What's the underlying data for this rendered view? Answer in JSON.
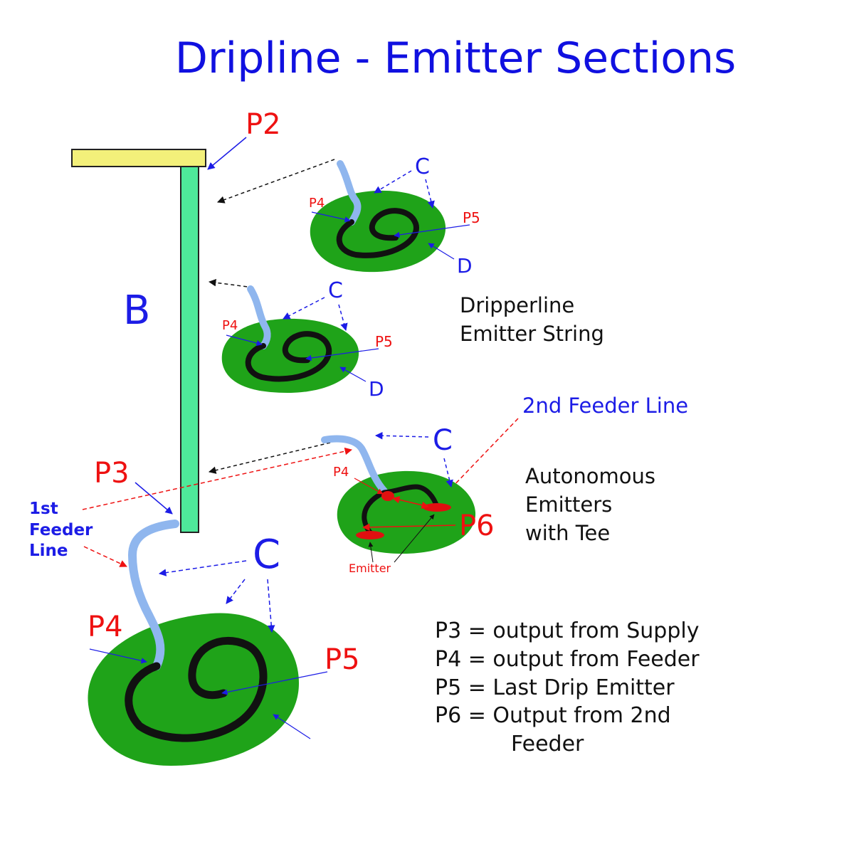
{
  "title": "Dripline - Emitter Sections",
  "colors": {
    "title_blue": "#1010e0",
    "label_red": "#ee1111",
    "label_blue": "#1c1ce6",
    "supply_yellow": "#f3f07a",
    "pipe_green": "#4ee89a",
    "lawn_green": "#1fa319",
    "feeder_blue": "#8fb6ee",
    "dripline_black": "#111111",
    "emitter_red": "#e01010",
    "note_black": "#111111"
  },
  "labels": {
    "p2": "P2",
    "b": "B",
    "p3": "P3",
    "first_feeder_line": [
      "1st",
      "Feeder",
      "Line"
    ],
    "second_feeder_line": "2nd Feeder Line",
    "c": "C",
    "d": "D",
    "p4": "P4",
    "p5": "P5",
    "p6": "P6",
    "emitter": "Emitter"
  },
  "notes": {
    "dripperline": [
      "Dripperline",
      "Emitter String"
    ],
    "autonomous": [
      "Autonomous",
      "Emitters",
      "with Tee"
    ]
  },
  "legend": [
    "P3 = output from Supply",
    "P4 = output from Feeder",
    "P5 = Last Drip Emitter",
    "P6 = Output from 2nd",
    "Feeder"
  ]
}
